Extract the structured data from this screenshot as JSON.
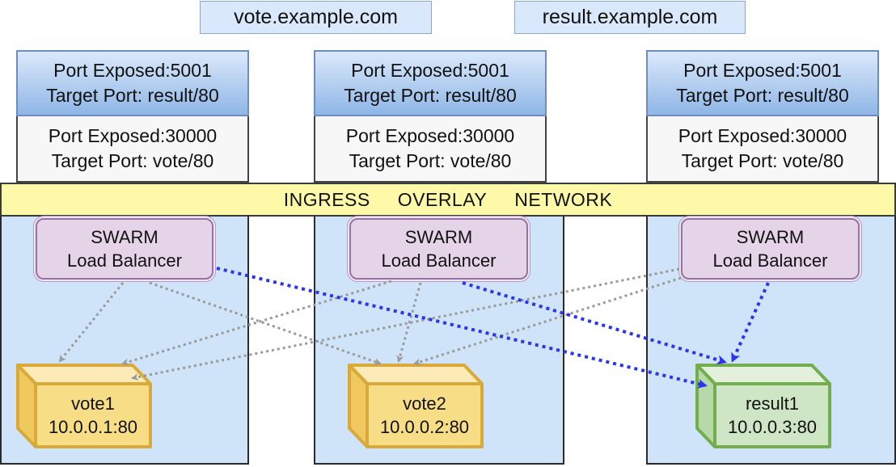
{
  "domains": {
    "vote": "vote.example.com",
    "result": "result.example.com"
  },
  "nodes": [
    {
      "ports_result": [
        "Port Exposed:5001",
        "Target Port: result/80"
      ],
      "ports_vote": [
        "Port Exposed:30000",
        "Target Port: vote/80"
      ],
      "lb": [
        "SWARM",
        "Load Balancer"
      ],
      "task": {
        "name": "vote1",
        "addr": "10.0.0.1:80"
      }
    },
    {
      "ports_result": [
        "Port Exposed:5001",
        "Target Port: result/80"
      ],
      "ports_vote": [
        "Port Exposed:30000",
        "Target Port: vote/80"
      ],
      "lb": [
        "SWARM",
        "Load Balancer"
      ],
      "task": {
        "name": "vote2",
        "addr": "10.0.0.2:80"
      }
    },
    {
      "ports_result": [
        "Port Exposed:5001",
        "Target Port: result/80"
      ],
      "ports_vote": [
        "Port Exposed:30000",
        "Target Port: vote/80"
      ],
      "lb": [
        "SWARM",
        "Load Balancer"
      ],
      "task": {
        "name": "result1",
        "addr": "10.0.0.3:80"
      }
    }
  ],
  "ingress": [
    "INGRESS",
    "OVERLAY",
    "NETWORK"
  ],
  "colors": {
    "vote_arrow": "#9a9a9a",
    "result_arrow": "#2a35f0",
    "vote_box_fill": "#f8dd87",
    "vote_box_stroke": "#d9a93a",
    "result_box_fill": "#cfe6c6",
    "result_box_stroke": "#74ad4e"
  }
}
